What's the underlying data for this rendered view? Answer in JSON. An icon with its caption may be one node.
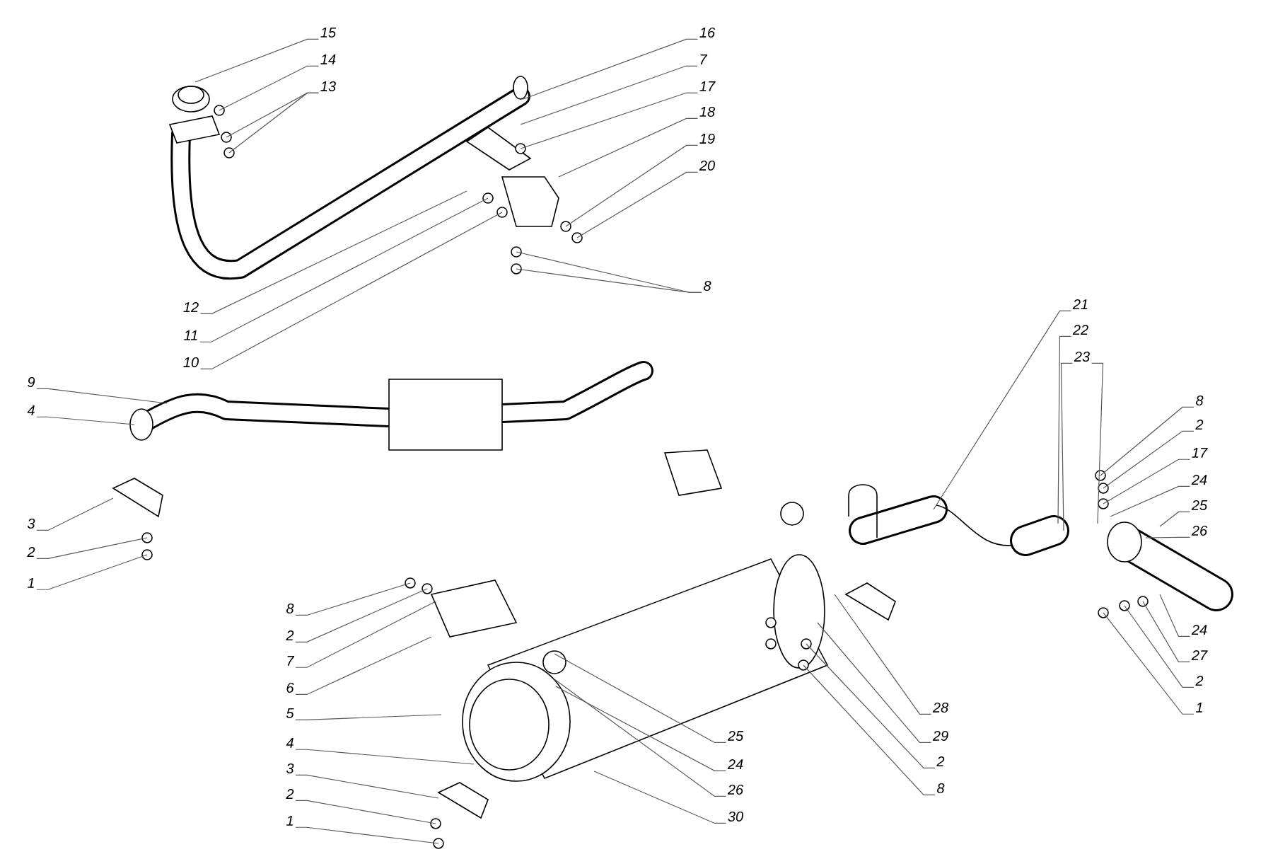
{
  "diagram": {
    "nodes": [
      {
        "text": [
          "15"
        ]
      },
      {
        "text": [
          "14"
        ]
      },
      {
        "text": [
          "13"
        ]
      },
      {
        "text": [
          "16"
        ]
      },
      {
        "text": [
          "7"
        ]
      },
      {
        "text": [
          "17"
        ]
      },
      {
        "text": [
          "18"
        ]
      },
      {
        "text": [
          "19"
        ]
      },
      {
        "text": [
          "20"
        ]
      },
      {
        "text": [
          "8"
        ]
      },
      {
        "text": [
          "12"
        ]
      },
      {
        "text": [
          "11"
        ]
      },
      {
        "text": [
          "10"
        ]
      },
      {
        "text": [
          "21"
        ]
      },
      {
        "text": [
          "22"
        ]
      },
      {
        "text": [
          "23"
        ]
      },
      {
        "text": [
          "9"
        ]
      },
      {
        "text": [
          "4"
        ]
      },
      {
        "text": [
          "8"
        ]
      },
      {
        "text": [
          "2"
        ]
      },
      {
        "text": [
          "17"
        ]
      },
      {
        "text": [
          "24"
        ]
      },
      {
        "text": [
          "25"
        ]
      },
      {
        "text": [
          "26"
        ]
      },
      {
        "text": [
          "3"
        ]
      },
      {
        "text": [
          "2"
        ]
      },
      {
        "text": [
          "1"
        ]
      },
      {
        "text": [
          "8"
        ]
      },
      {
        "text": [
          "2"
        ]
      },
      {
        "text": [
          "7"
        ]
      },
      {
        "text": [
          "6"
        ]
      },
      {
        "text": [
          "5"
        ]
      },
      {
        "text": [
          "4"
        ]
      },
      {
        "text": [
          "3"
        ]
      },
      {
        "text": [
          "2"
        ]
      },
      {
        "text": [
          "1"
        ]
      },
      {
        "text": [
          "24"
        ]
      },
      {
        "text": [
          "27"
        ]
      },
      {
        "text": [
          "2"
        ]
      },
      {
        "text": [
          "1"
        ]
      },
      {
        "text": [
          "28"
        ]
      },
      {
        "text": [
          "29"
        ]
      },
      {
        "text": [
          "2"
        ]
      },
      {
        "text": [
          "8"
        ]
      },
      {
        "text": [
          "25"
        ]
      },
      {
        "text": [
          "24"
        ]
      },
      {
        "text": [
          "26"
        ]
      },
      {
        "text": [
          "30"
        ]
      }
    ],
    "edges": [
      {
        "from": 0,
        "to": null,
        "arrow": "none"
      },
      {
        "from": 1,
        "to": null,
        "arrow": "none"
      },
      {
        "from": 2,
        "to": null,
        "arrow": "none"
      },
      {
        "from": 2,
        "to": null,
        "arrow": "none"
      },
      {
        "from": 3,
        "to": null,
        "arrow": "none"
      },
      {
        "from": 4,
        "to": null,
        "arrow": "none"
      },
      {
        "from": 5,
        "to": null,
        "arrow": "none"
      },
      {
        "from": 6,
        "to": null,
        "arrow": "none"
      },
      {
        "from": 7,
        "to": null,
        "arrow": "none"
      },
      {
        "from": 8,
        "to": null,
        "arrow": "none"
      },
      {
        "from": 9,
        "to": null,
        "arrow": "none"
      },
      {
        "from": 9,
        "to": null,
        "arrow": "none"
      },
      {
        "from": 10,
        "to": null,
        "arrow": "none"
      },
      {
        "from": 11,
        "to": null,
        "arrow": "none"
      },
      {
        "from": 12,
        "to": null,
        "arrow": "none"
      },
      {
        "from": 13,
        "to": null,
        "arrow": "none"
      },
      {
        "from": 14,
        "to": null,
        "arrow": "none"
      },
      {
        "from": 15,
        "to": null,
        "arrow": "none"
      },
      {
        "from": 15,
        "to": null,
        "arrow": "none"
      },
      {
        "from": 16,
        "to": null,
        "arrow": "none"
      },
      {
        "from": 17,
        "to": null,
        "arrow": "none"
      },
      {
        "from": 18,
        "to": null,
        "arrow": "none"
      },
      {
        "from": 19,
        "to": null,
        "arrow": "none"
      },
      {
        "from": 20,
        "to": null,
        "arrow": "none"
      },
      {
        "from": 21,
        "to": null,
        "arrow": "none"
      },
      {
        "from": 22,
        "to": null,
        "arrow": "none"
      },
      {
        "from": 23,
        "to": null,
        "arrow": "none"
      },
      {
        "from": 24,
        "to": null,
        "arrow": "none"
      },
      {
        "from": 25,
        "to": null,
        "arrow": "none"
      },
      {
        "from": 26,
        "to": null,
        "arrow": "none"
      },
      {
        "from": 27,
        "to": null,
        "arrow": "none"
      },
      {
        "from": 28,
        "to": null,
        "arrow": "none"
      },
      {
        "from": 29,
        "to": null,
        "arrow": "none"
      },
      {
        "from": 30,
        "to": null,
        "arrow": "none"
      },
      {
        "from": 31,
        "to": null,
        "arrow": "none"
      },
      {
        "from": 32,
        "to": null,
        "arrow": "none"
      },
      {
        "from": 33,
        "to": null,
        "arrow": "none"
      },
      {
        "from": 34,
        "to": null,
        "arrow": "none"
      },
      {
        "from": 35,
        "to": null,
        "arrow": "none"
      },
      {
        "from": 36,
        "to": null,
        "arrow": "none"
      },
      {
        "from": 37,
        "to": null,
        "arrow": "none"
      },
      {
        "from": 38,
        "to": null,
        "arrow": "none"
      },
      {
        "from": 39,
        "to": null,
        "arrow": "none"
      },
      {
        "from": 40,
        "to": null,
        "arrow": "none"
      },
      {
        "from": 41,
        "to": null,
        "arrow": "none"
      },
      {
        "from": 42,
        "to": null,
        "arrow": "none"
      },
      {
        "from": 43,
        "to": null,
        "arrow": "none"
      },
      {
        "from": 44,
        "to": null,
        "arrow": "none"
      },
      {
        "from": 45,
        "to": null,
        "arrow": "none"
      },
      {
        "from": 46,
        "to": null,
        "arrow": "none"
      },
      {
        "from": 47,
        "to": null,
        "arrow": "none"
      }
    ]
  }
}
